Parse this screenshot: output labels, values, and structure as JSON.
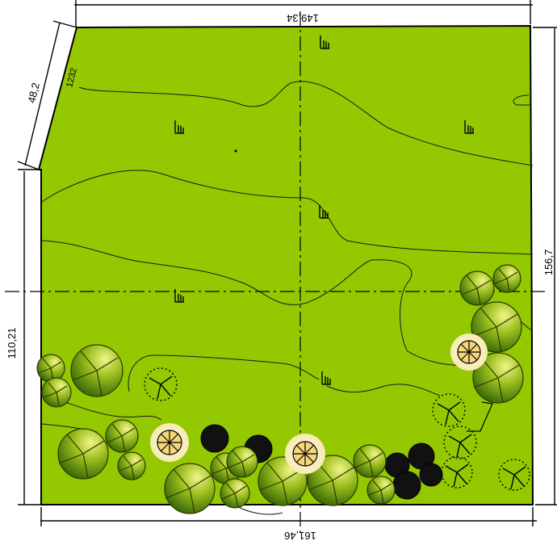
{
  "drawing": {
    "dimensions": {
      "top": "149,34",
      "bottom": "161,46",
      "left": "110,21",
      "right": "156,7",
      "diagonal": "48,2"
    },
    "contour_label": "1232"
  },
  "colors": {
    "lawn": "#94c800",
    "tree_light": "#f2f58a",
    "tree_mid": "#9cbf1e",
    "tree_dark": "#3b6a08",
    "shrub": "#111111",
    "flowering": "#f5d77a"
  },
  "symbols": {
    "grass": "grass-tuft-icon",
    "tree": "deciduous-tree-icon",
    "flowering_tree": "flowering-tree-icon",
    "conifer": "conifer-icon",
    "shrub": "dark-shrub-icon"
  }
}
